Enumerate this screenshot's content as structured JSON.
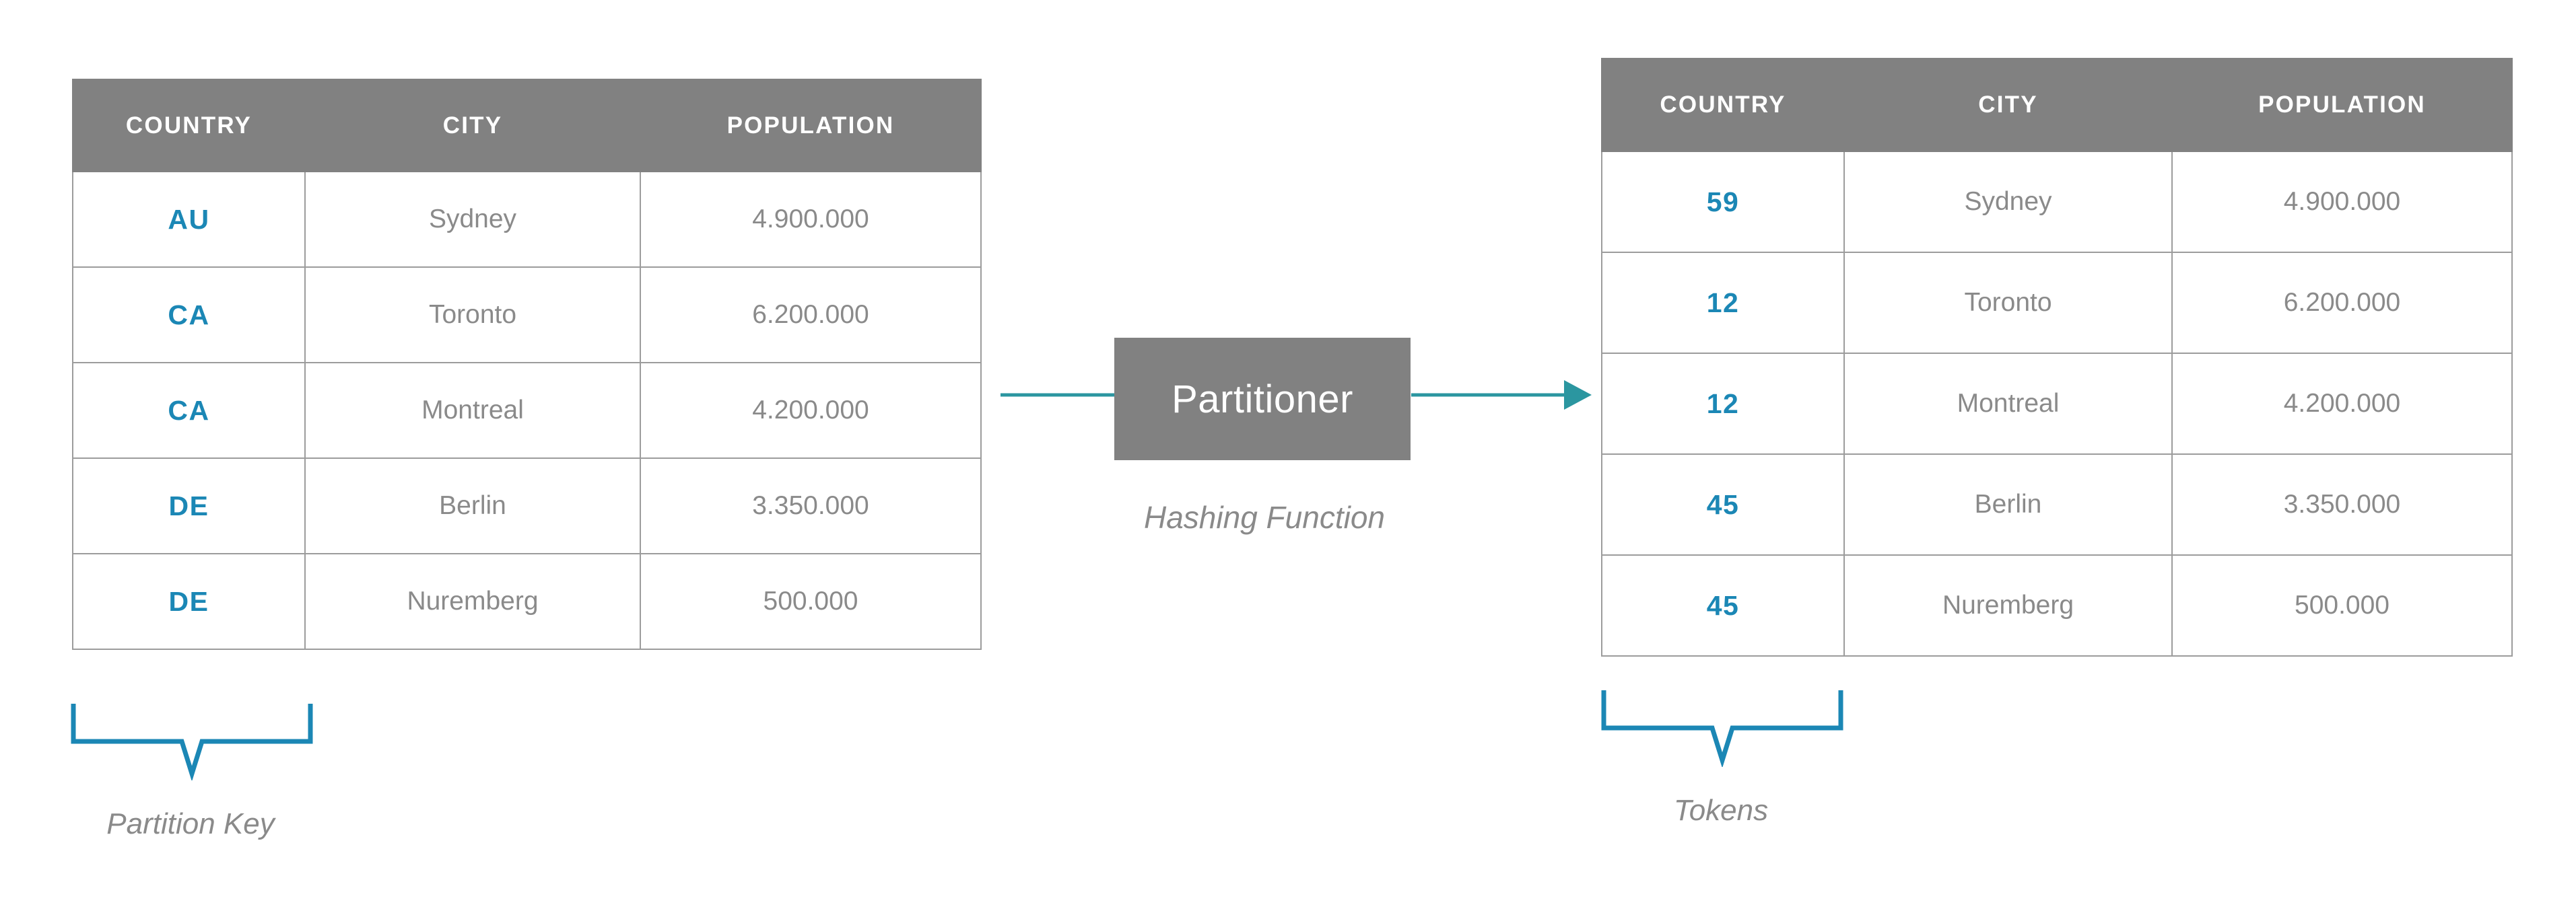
{
  "diagram": {
    "title_hidden": "",
    "accent_blue": "#1b87b5",
    "accent_teal": "#2b96a0",
    "header_gray": "#818181",
    "text_gray": "#8a8a8a"
  },
  "source_table": {
    "name": "source-rows-table",
    "columns": [
      "COUNTRY",
      "CITY",
      "POPULATION"
    ],
    "rows": [
      {
        "key": "AU",
        "city": "Sydney",
        "population": "4.900.000"
      },
      {
        "key": "CA",
        "city": "Toronto",
        "population": "6.200.000"
      },
      {
        "key": "CA",
        "city": "Montreal",
        "population": "4.200.000"
      },
      {
        "key": "DE",
        "city": "Berlin",
        "population": "3.350.000"
      },
      {
        "key": "DE",
        "city": "Nuremberg",
        "population": "500.000"
      }
    ],
    "brace_label": "Partition Key"
  },
  "token_table": {
    "name": "token-rows-table",
    "columns": [
      "COUNTRY",
      "CITY",
      "POPULATION"
    ],
    "rows": [
      {
        "key": "59",
        "city": "Sydney",
        "population": "4.900.000"
      },
      {
        "key": "12",
        "city": "Toronto",
        "population": "6.200.000"
      },
      {
        "key": "12",
        "city": "Montreal",
        "population": "4.200.000"
      },
      {
        "key": "45",
        "city": "Berlin",
        "population": "3.350.000"
      },
      {
        "key": "45",
        "city": "Nuremberg",
        "population": "500.000"
      }
    ],
    "brace_label": "Tokens"
  },
  "partitioner": {
    "box_label": "Partitioner",
    "caption": "Hashing Function"
  }
}
